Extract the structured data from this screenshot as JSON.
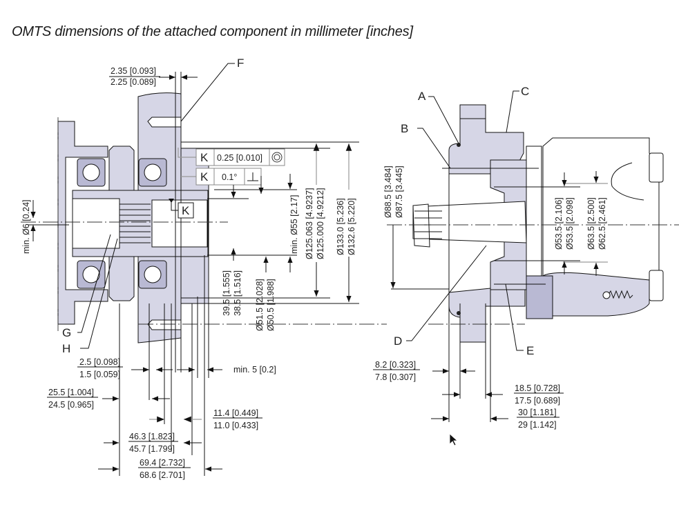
{
  "title": "OMTS dimensions of the attached component in millimeter [inches]",
  "callouts": [
    "A",
    "B",
    "C",
    "D",
    "E",
    "F",
    "G",
    "H"
  ],
  "datum_label": "K",
  "feature_control_frames": [
    {
      "datum": "K",
      "tolerance": "0.25 [0.010]",
      "symbol": "concentricity-icon",
      "glyph": "◎"
    },
    {
      "datum": "K",
      "tolerance": "0.1°",
      "symbol": "perpendicularity-icon",
      "glyph": "⊥"
    }
  ],
  "left_view": {
    "dimensions": {
      "d_2_35": {
        "upper": "2.35 [0.093]",
        "lower": "2.25 [0.089]"
      },
      "d_min55": {
        "text": "min. Ø55 [2.17]"
      },
      "d_125": {
        "upper": "Ø125.063 [4.9237]",
        "lower": "Ø125.000 [4.9212]"
      },
      "d_133": {
        "upper": "Ø133.0 [5.236]",
        "lower": "Ø132.6 [5.220]"
      },
      "d_39_5": {
        "upper": "39.5 [1.555]",
        "lower": "38.5 [1.516]"
      },
      "d_51_5": {
        "upper": "Ø51.5 [2.028]",
        "lower": "Ø50.5 [1.988]"
      },
      "d_min6": {
        "text": "min. Ø6 [0.24]"
      },
      "d_2_5": {
        "upper": "2.5 [0.098]",
        "lower": "1.5 [0.059]"
      },
      "d_min5": {
        "text": "min. 5 [0.2]"
      },
      "d_25_5": {
        "upper": "25.5 [1.004]",
        "lower": "24.5 [0.965]"
      },
      "d_11_4": {
        "upper": "11.4 [0.449]",
        "lower": "11.0 [0.433]"
      },
      "d_46_3": {
        "upper": "46.3 [1.823]",
        "lower": "45.7 [1.799]"
      },
      "d_69_4": {
        "upper": "69.4 [2.732]",
        "lower": "68.6 [2.701]"
      }
    }
  },
  "right_view": {
    "dimensions": {
      "d_88_5": {
        "upper": "Ø88.5 [3.484]",
        "lower": "Ø87.5 [3.445]"
      },
      "d_53_5": {
        "upper": "Ø53.5 [2.106]",
        "lower": "Ø53.5 [2.098]"
      },
      "d_63_5": {
        "upper": "Ø63.5 [2.500]",
        "lower": "Ø62.5 [2.461]"
      },
      "d_8_2": {
        "upper": "8.2 [0.323]",
        "lower": "7.8 [0.307]"
      },
      "d_18_5": {
        "upper": "18.5 [0.728]",
        "lower": "17.5 [0.689]"
      },
      "d_30": {
        "upper": "30 [1.181]",
        "lower": "29 [1.142]"
      }
    }
  },
  "colors": {
    "part_fill": "#d6d6e6",
    "part_dark": "#b9b9d3",
    "line": "#111111"
  }
}
